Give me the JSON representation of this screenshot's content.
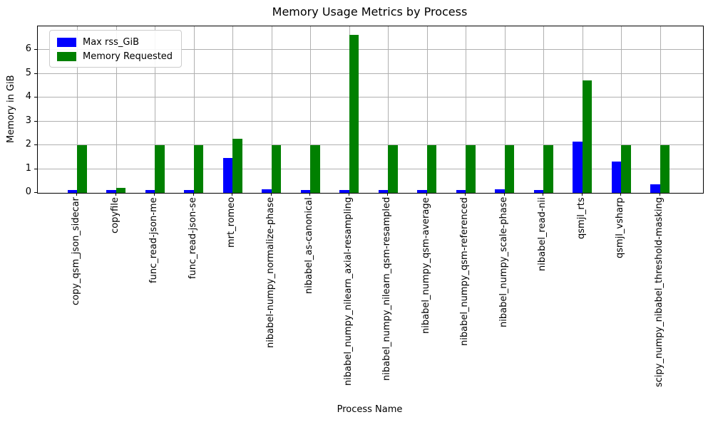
{
  "chart_data": {
    "type": "bar",
    "title": "Memory Usage Metrics by Process",
    "xlabel": "Process Name",
    "ylabel": "Memory in GiB",
    "categories": [
      "copy_qsm_json_sidecar",
      "copyfile",
      "func_read-json-me",
      "func_read-json-se",
      "mrt_romeo",
      "nibabel-numpy_normalize-phase",
      "nibabel_as-canonical",
      "nibabel_numpy_nilearn_axial-resampling",
      "nibabel_numpy_nilearn_qsm-resampled",
      "nibabel_numpy_qsm-average",
      "nibabel_numpy_qsm-referenced",
      "nibabel_numpy_scale-phase",
      "nibabel_read-nii",
      "qsmjl_rts",
      "qsmjl_vsharp",
      "scipy_numpy_nibabel_threshold-masking"
    ],
    "series": [
      {
        "name": "Max rss_GiB",
        "color": "#0000ff",
        "values": [
          0.13,
          0.13,
          0.13,
          0.13,
          1.48,
          0.16,
          0.13,
          0.13,
          0.13,
          0.13,
          0.13,
          0.16,
          0.13,
          2.16,
          1.31,
          0.37
        ]
      },
      {
        "name": "Memory Requested",
        "color": "#008000",
        "values": [
          2.0,
          0.2,
          2.0,
          2.0,
          2.28,
          2.0,
          2.0,
          6.65,
          2.0,
          2.0,
          2.0,
          2.0,
          2.0,
          4.72,
          2.0,
          2.0
        ]
      }
    ],
    "ylim": [
      0,
      7.0
    ],
    "yticks": [
      0,
      1,
      2,
      3,
      4,
      5,
      6
    ],
    "grid": true,
    "grid_color": "#b0b0b0",
    "legend_position": "upper left"
  }
}
